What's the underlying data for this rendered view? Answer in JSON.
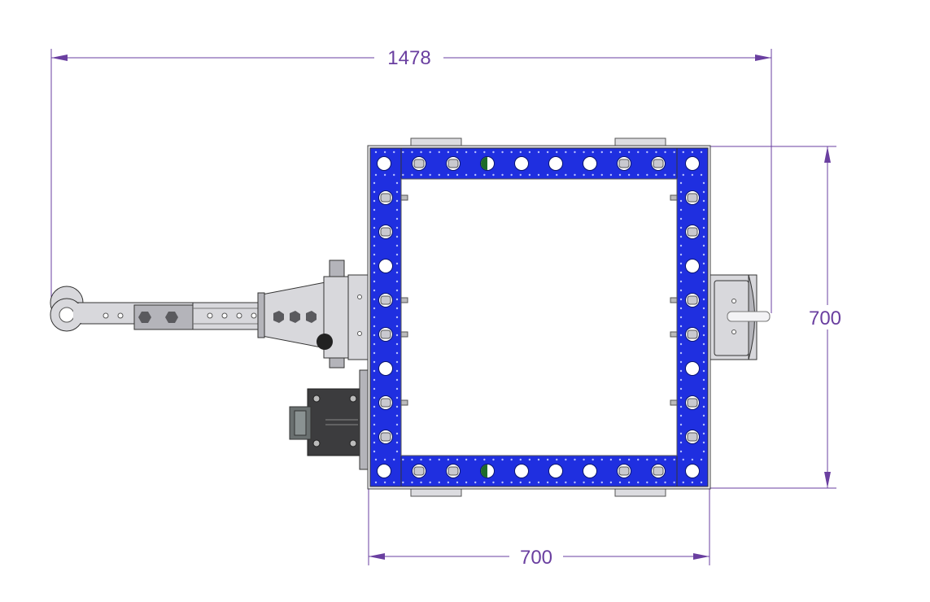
{
  "dimensions": {
    "overall_length": "1478",
    "frame_height": "700",
    "frame_width": "700"
  },
  "colors": {
    "frame_blue": "#1f2fe0",
    "frame_blue_dark": "#1020a8",
    "hole": "#ffffff",
    "metal_light": "#d8d8dc",
    "metal_mid": "#b4b4ba",
    "metal_dark": "#5a5a5e",
    "plate_dark": "#3c3c3e",
    "green_marker": "#1f6b2a",
    "dimension": "#6a3fa0"
  }
}
